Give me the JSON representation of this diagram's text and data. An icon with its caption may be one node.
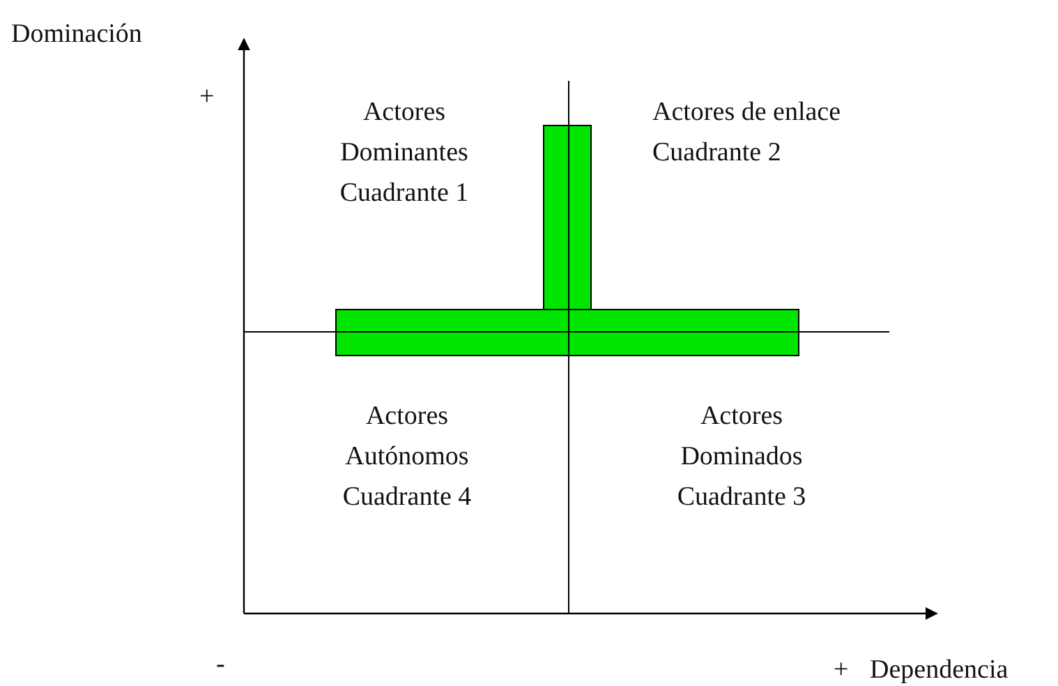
{
  "diagram": {
    "labels": [
      "Dominación",
      "+",
      "Actores Dominantes Cuadrante 1",
      "Actores de enlace Cuadrante 2",
      "Actores Autónomos Cuadrante 4",
      "Actores Dominados Cuadrante 3",
      "-",
      "+",
      "Dependencia"
    ]
  }
}
